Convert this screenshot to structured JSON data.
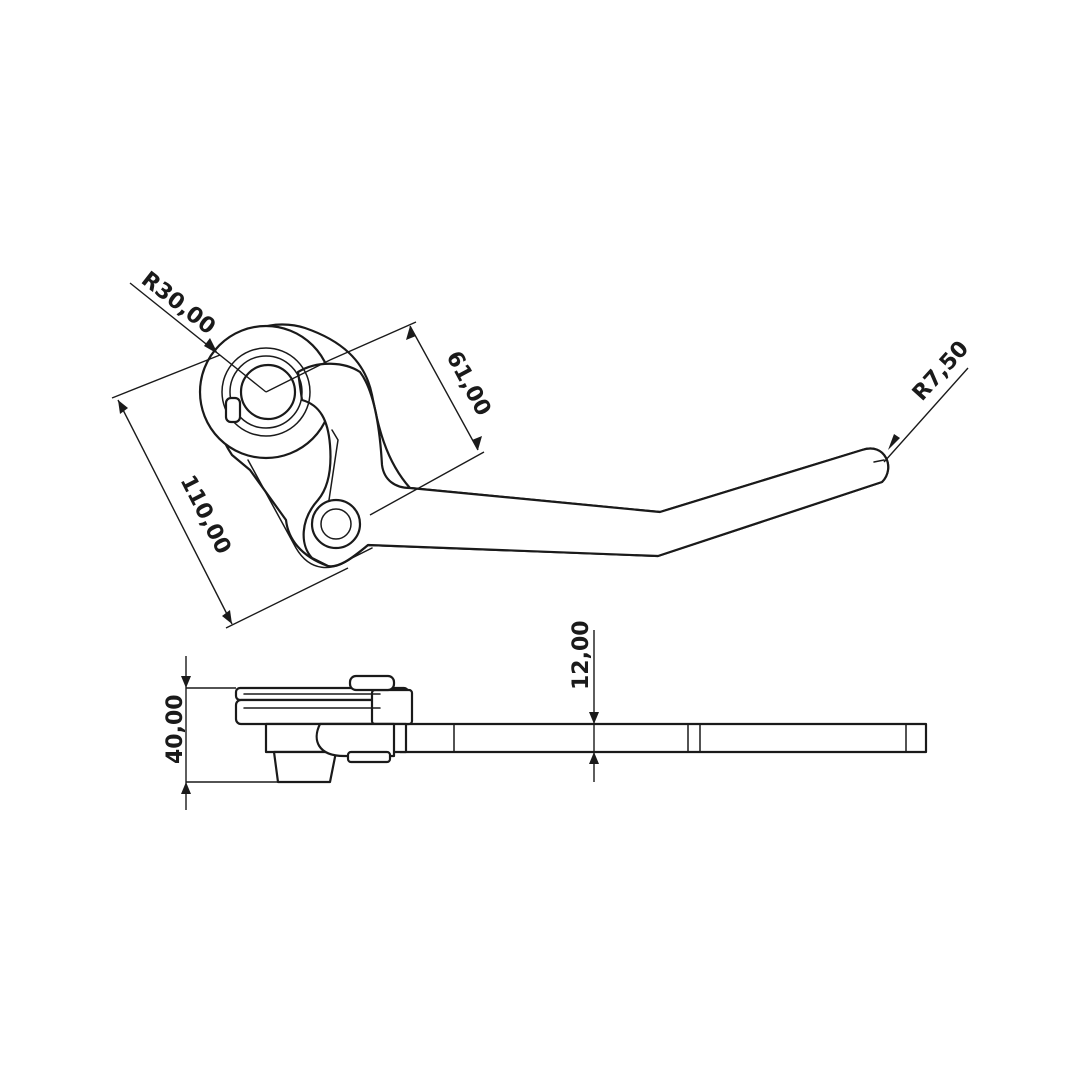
{
  "dimensions": {
    "radius_hub": "R30,00",
    "lever_span": "61,00",
    "overall_length": "110,00",
    "tip_radius": "R7,50",
    "side_height": "40,00",
    "blade_thickness": "12,00"
  },
  "colors": {
    "line": "#1a1a1a",
    "background": "#ffffff"
  }
}
